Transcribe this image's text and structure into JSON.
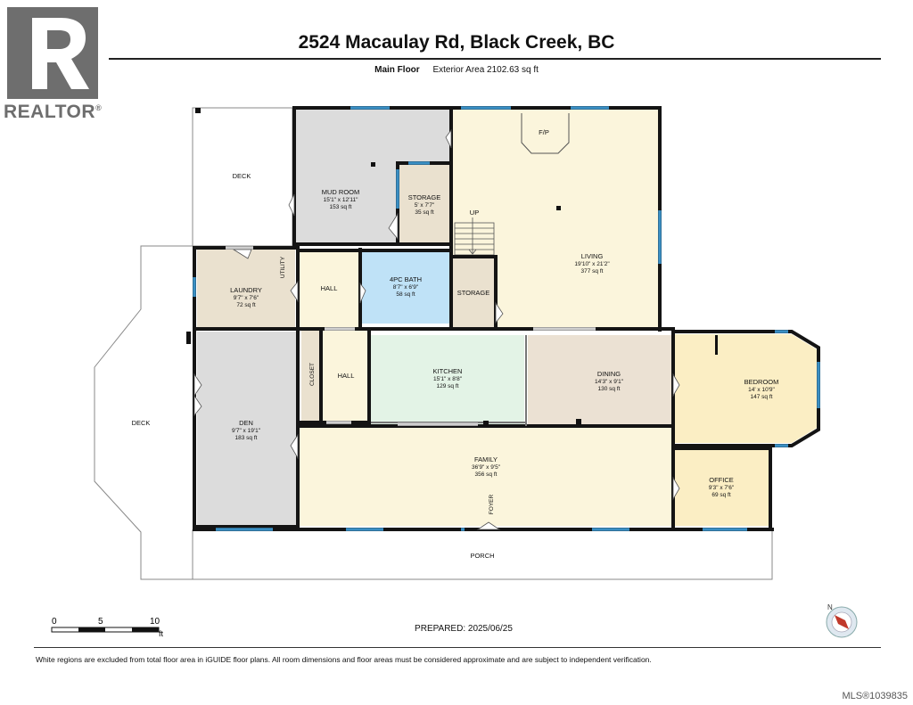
{
  "brand": {
    "logo_text": "REALTOR",
    "logo_mark": "®"
  },
  "header": {
    "title": "2524 Macaulay Rd, Black Creek, BC",
    "floor": "Main Floor",
    "exterior_area": "Exterior Area 2102.63 sq ft"
  },
  "rooms": {
    "deck_top": {
      "name": "DECK"
    },
    "mud_room": {
      "name": "MUD ROOM",
      "dims": "15'1\" x 12'11\"",
      "area": "153 sq ft"
    },
    "storage_top": {
      "name": "STORAGE",
      "dims": "5' x 7'7\"",
      "area": "35 sq ft"
    },
    "fp": {
      "name": "F/P"
    },
    "up": {
      "name": "UP"
    },
    "living": {
      "name": "LIVING",
      "dims": "19'10\" x 21'2\"",
      "area": "377 sq ft"
    },
    "laundry": {
      "name": "LAUNDRY",
      "dims": "9'7\" x 7'6\"",
      "area": "72 sq ft"
    },
    "utility": {
      "name": "UTILITY"
    },
    "hall_upper": {
      "name": "HALL"
    },
    "bath": {
      "name": "4PC BATH",
      "dims": "8'7\" x 6'9\"",
      "area": "58 sq ft"
    },
    "storage_mid": {
      "name": "STORAGE"
    },
    "closet": {
      "name": "CLOSET"
    },
    "hall_lower": {
      "name": "HALL"
    },
    "kitchen": {
      "name": "KITCHEN",
      "dims": "15'1\" x 8'8\"",
      "area": "129 sq ft"
    },
    "dining": {
      "name": "DINING",
      "dims": "14'3\" x 9'1\"",
      "area": "130 sq ft"
    },
    "bedroom": {
      "name": "BEDROOM",
      "dims": "14' x 10'9\"",
      "area": "147 sq ft"
    },
    "deck_left": {
      "name": "DECK"
    },
    "den": {
      "name": "DEN",
      "dims": "9'7\" x 19'1\"",
      "area": "183 sq ft"
    },
    "family": {
      "name": "FAMILY",
      "dims": "36'9\" x 9'5\"",
      "area": "356 sq ft"
    },
    "foyer": {
      "name": "FOYER"
    },
    "office": {
      "name": "OFFICE",
      "dims": "9'3\" x 7'6\"",
      "area": "69 sq ft"
    },
    "porch": {
      "name": "PORCH"
    }
  },
  "scale": {
    "ticks": [
      "0",
      "5",
      "10"
    ],
    "unit": "ft"
  },
  "compass": {
    "label": "N"
  },
  "footer": {
    "prepared": "PREPARED: 2025/06/25",
    "disclaimer": "White regions are excluded from total floor area in iGUIDE floor plans. All room dimensions and floor areas must be considered approximate and are subject to independent verification.",
    "mls": "MLS®1039835"
  },
  "colors": {
    "mud_room": "#dcdcdc",
    "storage": "#eae1cf",
    "living": "#fbf5dc",
    "laundry": "#eae1cf",
    "hall": "#fbf5dc",
    "bath": "#bfe2f7",
    "kitchen": "#e3f3e6",
    "dining": "#ebe1d3",
    "bedroom": "#fbeec4",
    "den": "#dcdcdc",
    "family": "#fbf5dc",
    "office": "#fbeec4",
    "window": "#3a8fc4",
    "wall": "#141414"
  }
}
